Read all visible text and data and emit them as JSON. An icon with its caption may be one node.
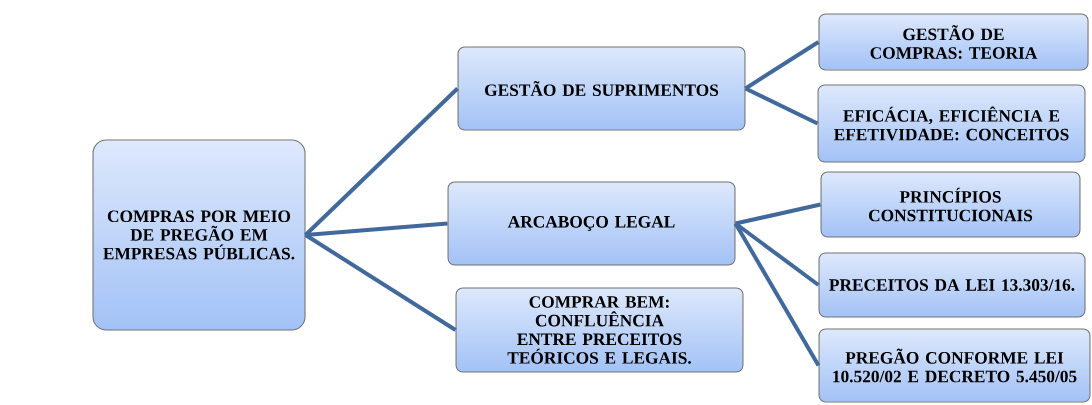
{
  "diagram": {
    "nodes": [
      {
        "text": [
          "COMPRAS POR MEIO DE PREGÃO EM EMPRESAS PÚBLICAS."
        ]
      },
      {
        "text": [
          "GESTÃO DE SUPRIMENTOS"
        ]
      },
      {
        "text": [
          "ARCABOÇO LEGAL"
        ]
      },
      {
        "text": [
          "COMPRAR BEM: CONFLUÊNCIA ENTRE PRECEITOS TEÓRICOS E LEGAIS."
        ]
      },
      {
        "text": [
          "GESTÃO DE COMPRAS: TEORIA"
        ]
      },
      {
        "text": [
          "EFICÁCIA, EFICIÊNCIA E EFETIVIDADE: CONCEITOS"
        ]
      },
      {
        "text": [
          "PRINCÍPIOS CONSTITUCIONAIS"
        ]
      },
      {
        "text": [
          "PRECEITOS DA LEI 13.303/16."
        ]
      },
      {
        "text": [
          "PREGÃO CONFORME LEI 10.520/02 E DECRETO 5.450/05"
        ]
      }
    ],
    "edges": [
      {
        "from": 0,
        "to": 1,
        "arrow": "none"
      },
      {
        "from": 0,
        "to": 2,
        "arrow": "none"
      },
      {
        "from": 0,
        "to": 3,
        "arrow": "none"
      },
      {
        "from": 1,
        "to": 4,
        "arrow": "none"
      },
      {
        "from": 1,
        "to": 5,
        "arrow": "none"
      },
      {
        "from": 2,
        "to": 6,
        "arrow": "none"
      },
      {
        "from": 2,
        "to": 7,
        "arrow": "none"
      },
      {
        "from": 2,
        "to": 8,
        "arrow": "none"
      }
    ]
  }
}
